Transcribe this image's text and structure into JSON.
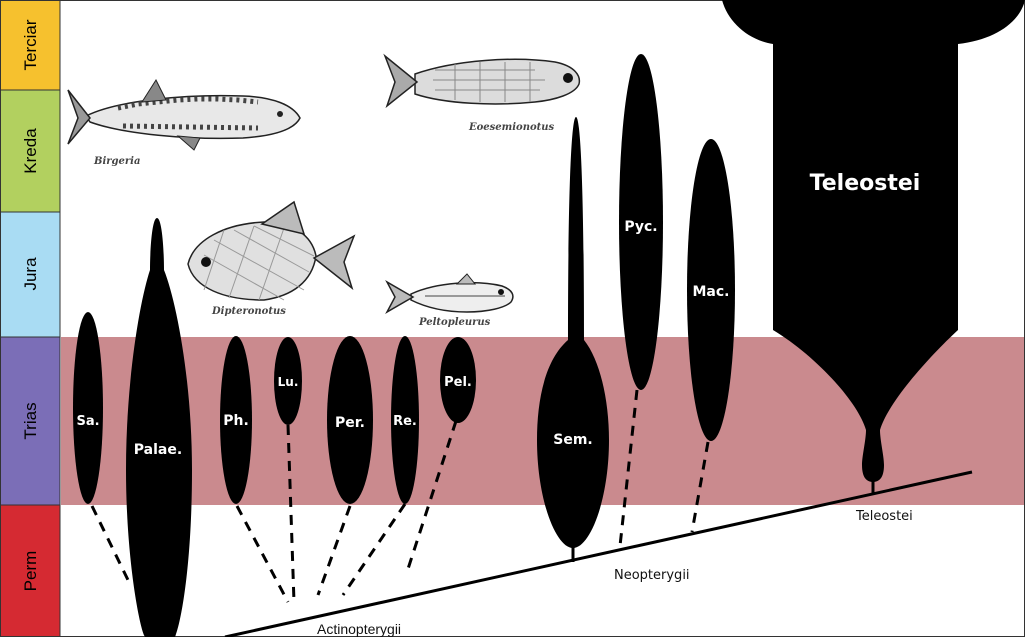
{
  "periods": [
    {
      "id": "terciar",
      "label": "Terciar",
      "color": "#f6c12e"
    },
    {
      "id": "kreda",
      "label": "Kreda",
      "color": "#b2d05f"
    },
    {
      "id": "jura",
      "label": "Jura",
      "color": "#a9dcf3"
    },
    {
      "id": "trias",
      "label": "Trias",
      "color": "#7b6eb7"
    },
    {
      "id": "perm",
      "label": "Perm",
      "color": "#d52a32"
    }
  ],
  "trias_band_color": "#ca8a8e",
  "taxa": [
    {
      "id": "sa",
      "label": "Sa."
    },
    {
      "id": "palae",
      "label": "Palae."
    },
    {
      "id": "ph",
      "label": "Ph."
    },
    {
      "id": "lu",
      "label": "Lu."
    },
    {
      "id": "per",
      "label": "Per."
    },
    {
      "id": "re",
      "label": "Re."
    },
    {
      "id": "pel",
      "label": "Pel."
    },
    {
      "id": "sem",
      "label": "Sem."
    },
    {
      "id": "pyc",
      "label": "Pyc."
    },
    {
      "id": "mac",
      "label": "Mac."
    },
    {
      "id": "teleostei",
      "label": "Teleostei"
    }
  ],
  "lineages": {
    "actinopterygii": "Actinopterygii",
    "neopterygii": "Neopterygii",
    "teleostei": "Teleostei"
  },
  "fish_illustrations": [
    {
      "id": "birgeria",
      "caption": "Birgeria"
    },
    {
      "id": "eoesemionotus",
      "caption": "Eoesemionotus"
    },
    {
      "id": "dipteronotus",
      "caption": "Dipteronotus"
    },
    {
      "id": "peltopleurus",
      "caption": "Peltopleurus"
    }
  ]
}
